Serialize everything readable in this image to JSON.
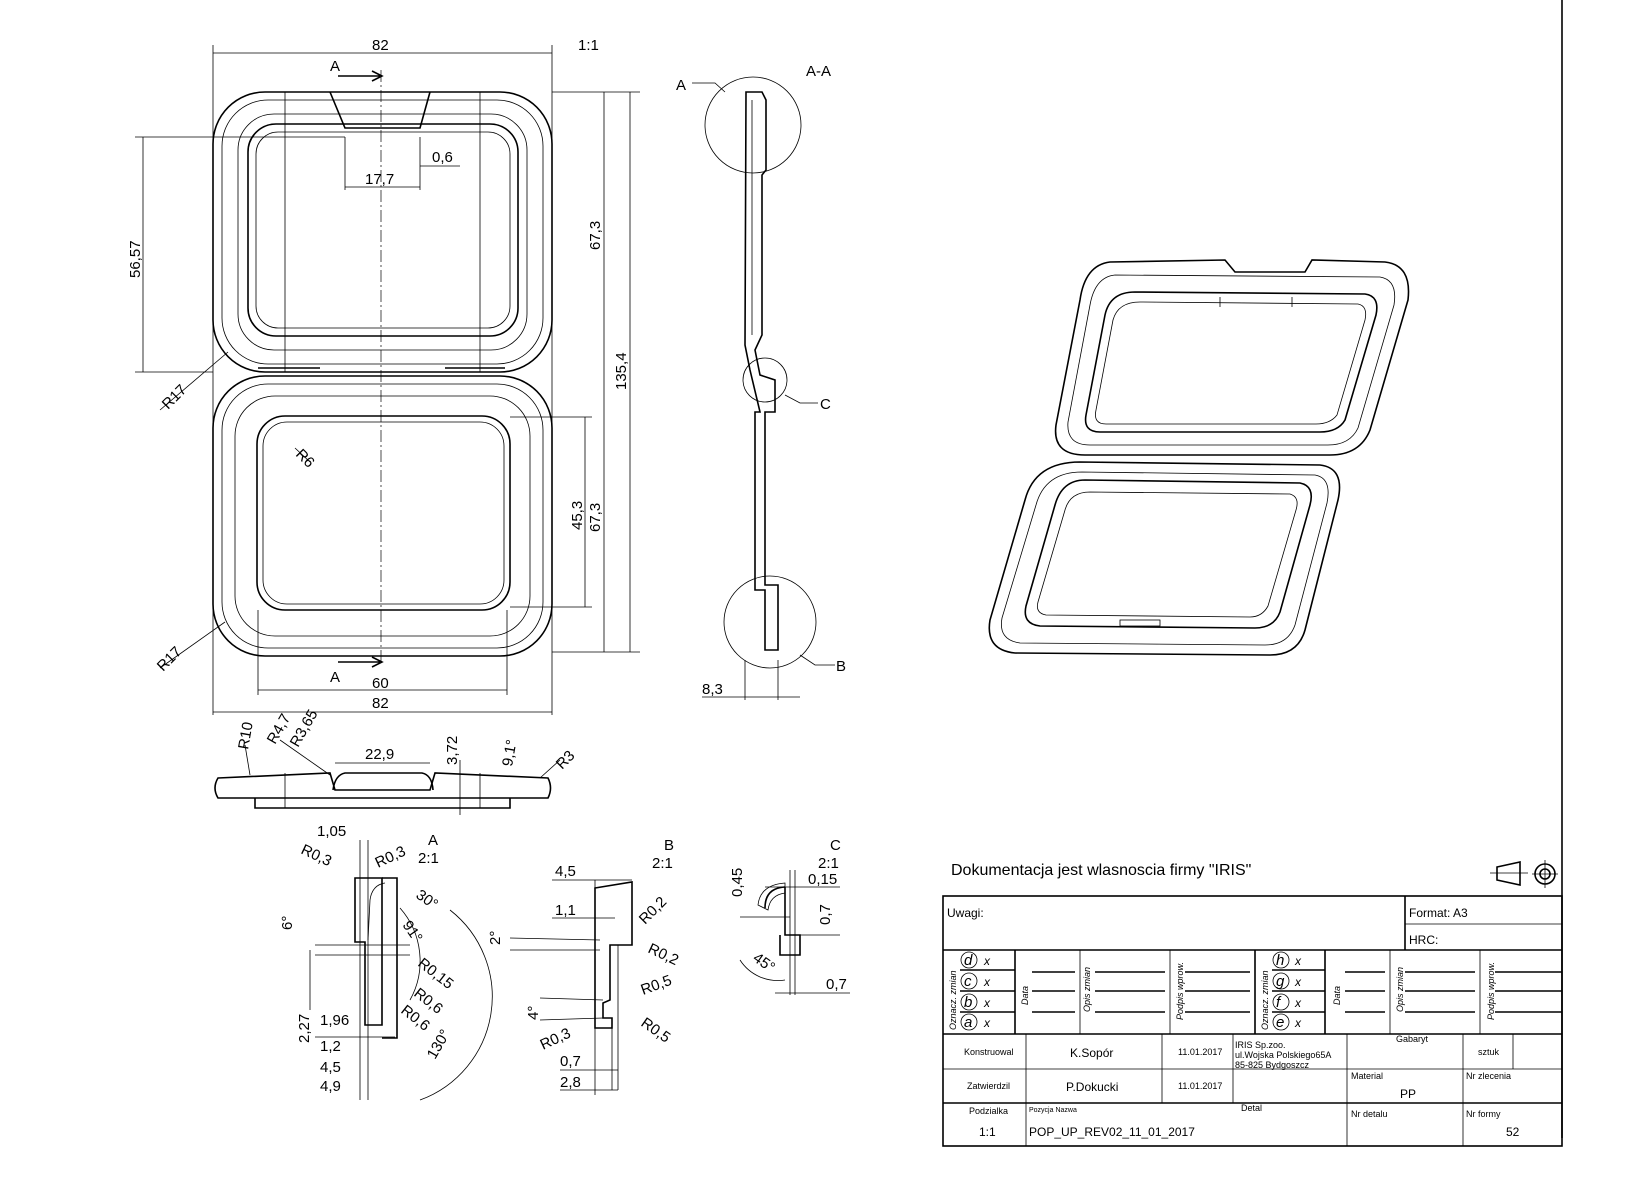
{
  "drawing": {
    "scale_main": "1:1",
    "section_label": "A-A",
    "cut_label": "A",
    "detail_labels": {
      "a": "A",
      "b": "B",
      "c": "C"
    },
    "top_view_dims": [
      "82",
      "17,7",
      "0,6",
      "56,57",
      "67,3",
      "135,4",
      "67,3",
      "45,3",
      "60",
      "82",
      "R17",
      "R17",
      "R6"
    ],
    "section_dims": [
      "8,3"
    ],
    "side_view_dims": [
      "R10",
      "R4,7",
      "R3,65",
      "22,9",
      "3,72",
      "9,1°",
      "R3"
    ],
    "detail_a": {
      "scale": "2:1",
      "dims": [
        "1,05",
        "R0,3",
        "R0,3",
        "30°",
        "6°",
        "91°",
        "R0,15",
        "R0,6",
        "R0,6",
        "2,27",
        "1,96",
        "1,2",
        "4,5",
        "4,9",
        "130°"
      ]
    },
    "detail_b": {
      "scale": "2:1",
      "dims": [
        "4,5",
        "1,1",
        "R0,2",
        "2°",
        "R0,2",
        "R0,5",
        "4°",
        "R0,3",
        "R0,5",
        "0,7",
        "2,8"
      ]
    },
    "detail_c": {
      "scale": "2:1",
      "dims": [
        "0,45",
        "0,15",
        "0,7",
        "45°",
        "0,7"
      ]
    }
  },
  "title_block": {
    "ownership": "Dokumentacja jest wlasnoscia firmy \"IRIS\"",
    "projection_icon": "first-angle-projection-icon",
    "remarks_label": "Uwagi:",
    "format": "Format: A3",
    "hrc": "HRC:",
    "revision_letters_left": [
      "d",
      "c",
      "b",
      "a"
    ],
    "revision_letters_right": [
      "h",
      "g",
      "f",
      "e"
    ],
    "revision_mark": "x",
    "rev_headers": [
      "Oznacz. zmian",
      "Data",
      "Opis zmian",
      "Podpis wprow."
    ],
    "designed_label": "Konstruowal",
    "designer": "K.Sopór",
    "designed_date": "11.01.2017",
    "approved_label": "Zatwierdzil",
    "approver": "P.Dokucki",
    "approved_date": "11.01.2017",
    "company": [
      "IRIS Sp.zoo.",
      "ul.Wojska Polskiego65A",
      "85-825 Bydgoszcz"
    ],
    "size_label": "Gabaryt",
    "qty_label": "sztuk",
    "material_label": "Material",
    "material": "PP",
    "order_label": "Nr zlecenia",
    "scale_label": "Podzialka",
    "scale": "1:1",
    "position_label": "Pozycja  Nazwa",
    "detail_label": "Detal",
    "part_name": "POP_UP_REV02_11_01_2017",
    "part_no_label": "Nr detalu",
    "mold_label": "Nr formy",
    "mold_no": "52"
  }
}
